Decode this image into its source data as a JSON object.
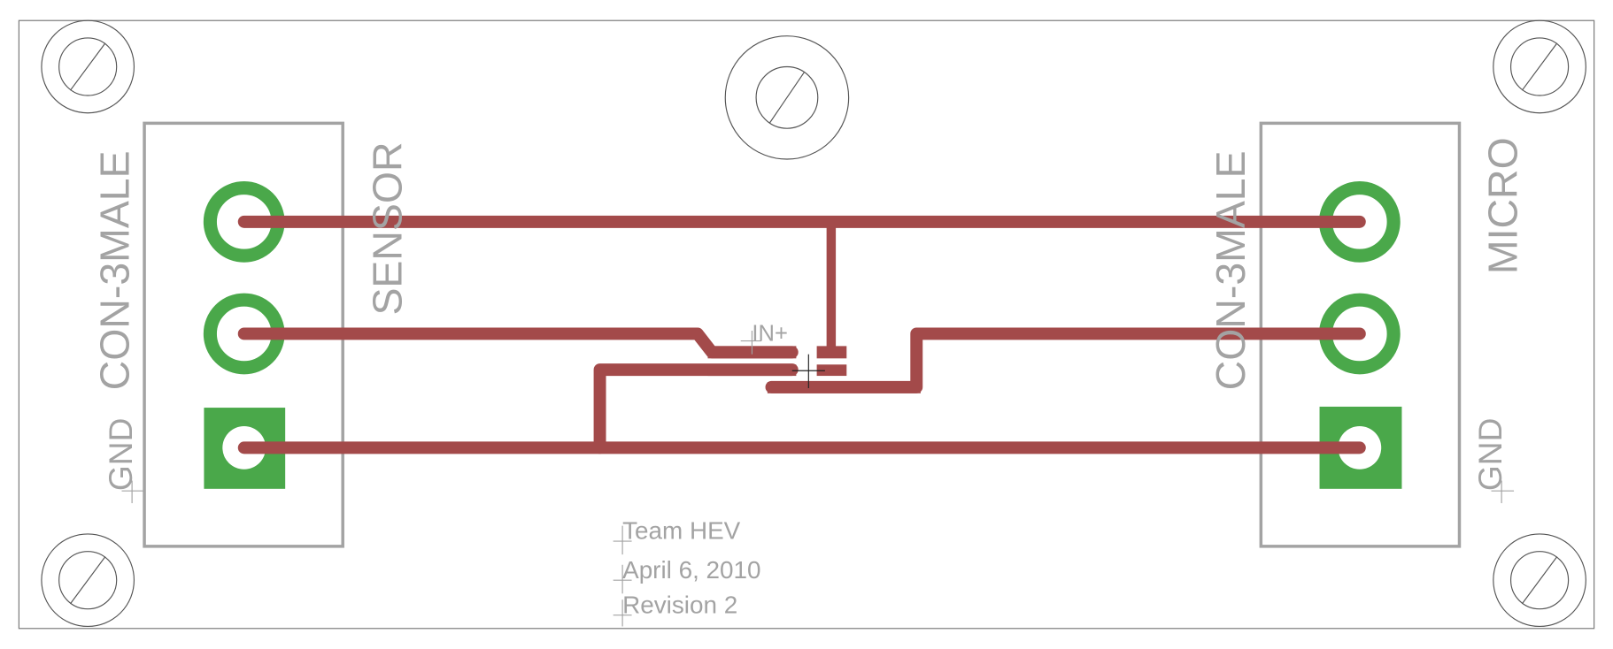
{
  "board": {
    "trace_color": "#a34a4a",
    "pad_color": "#4aa84a",
    "silk_color": "#a3a3a3"
  },
  "labels": {
    "left_connector_value": "CON-3MALE",
    "left_connector_name": "SENSOR",
    "left_gnd": "GND",
    "right_connector_value": "CON-3MALE",
    "right_connector_name": "MICRO",
    "right_gnd": "GND",
    "component_pin": "IN+"
  },
  "notes": {
    "team": "Team HEV",
    "date": "April 6, 2010",
    "revision": "Revision 2"
  }
}
